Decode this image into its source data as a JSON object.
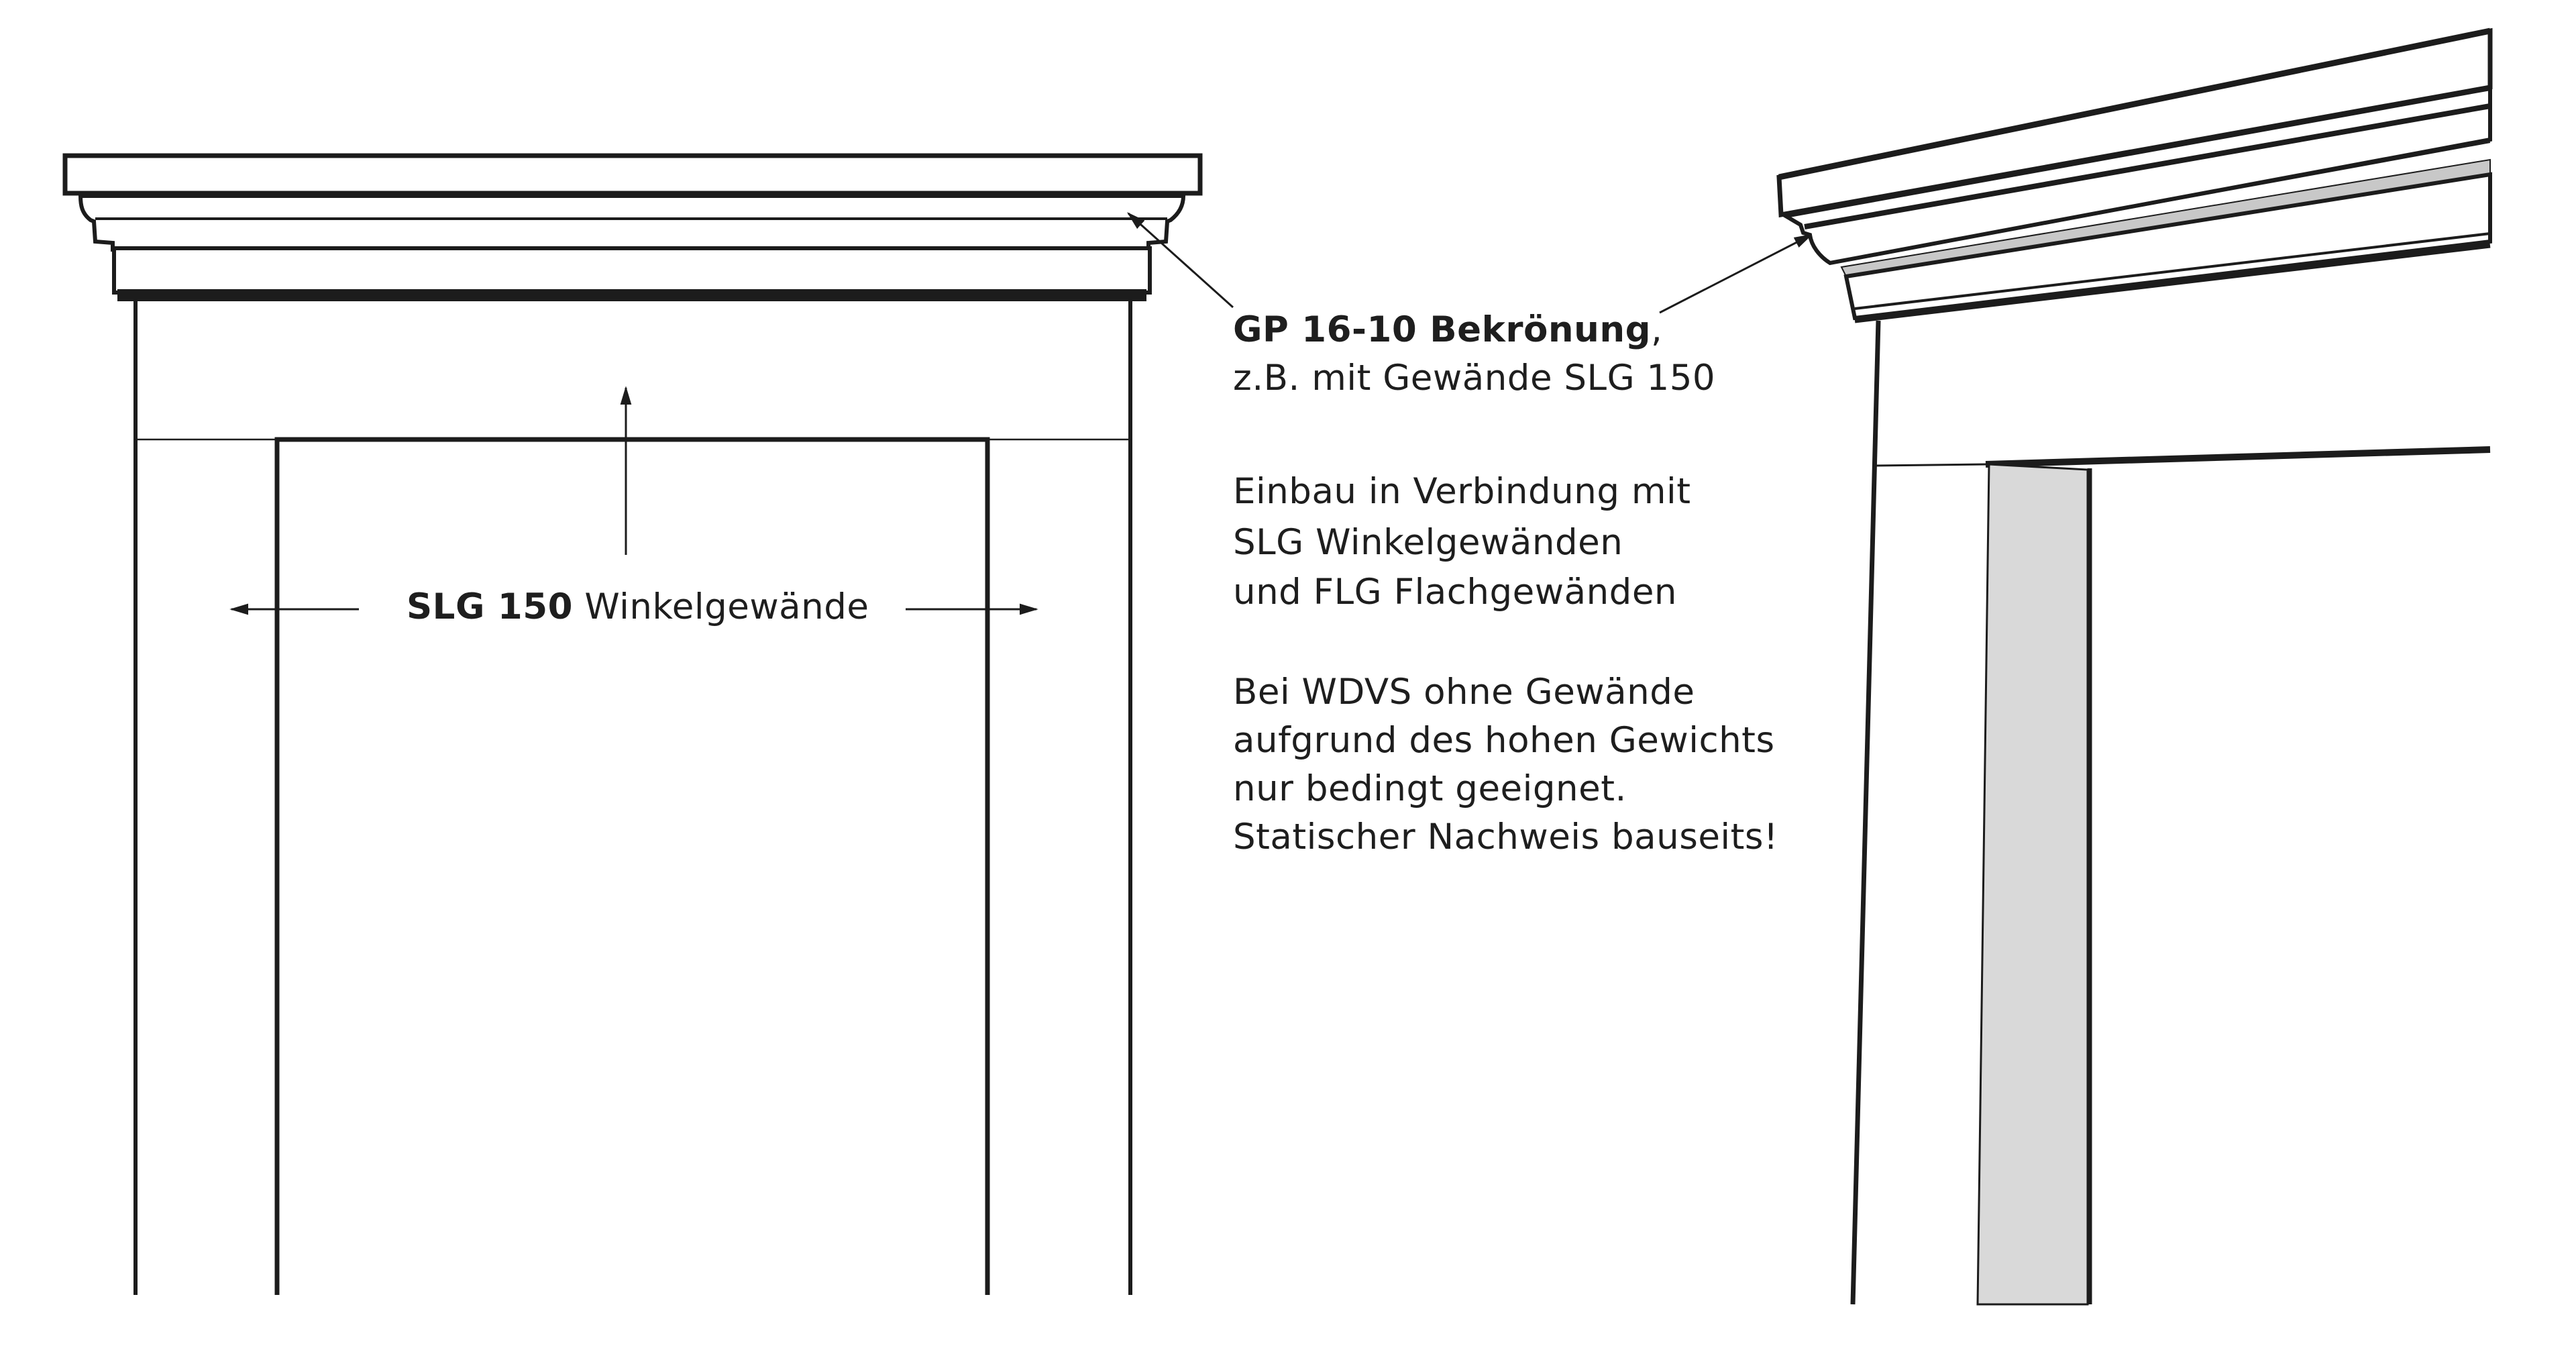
{
  "left_view": {
    "label_bold": "SLG 150",
    "label_normal": " Winkelgewände"
  },
  "callout": {
    "title_bold": "GP 16-10 Bekrönung",
    "title_suffix": ",",
    "subtitle": "z.B. mit Gewände SLG 150"
  },
  "note_install": {
    "line1": "Einbau in Verbindung mit",
    "line2": "SLG Winkelgewänden",
    "line3": "und FLG Flachgewänden"
  },
  "note_warning": {
    "line1": "Bei WDVS ohne Gewände",
    "line2": "aufgrund des hohen Gewichts",
    "line3": "nur bedingt geeignet.",
    "line4": "Statischer Nachweis bauseits!"
  },
  "colors": {
    "line": "#1c1c1c",
    "reveal_fill": "#d9d9d9",
    "background": "#ffffff"
  }
}
